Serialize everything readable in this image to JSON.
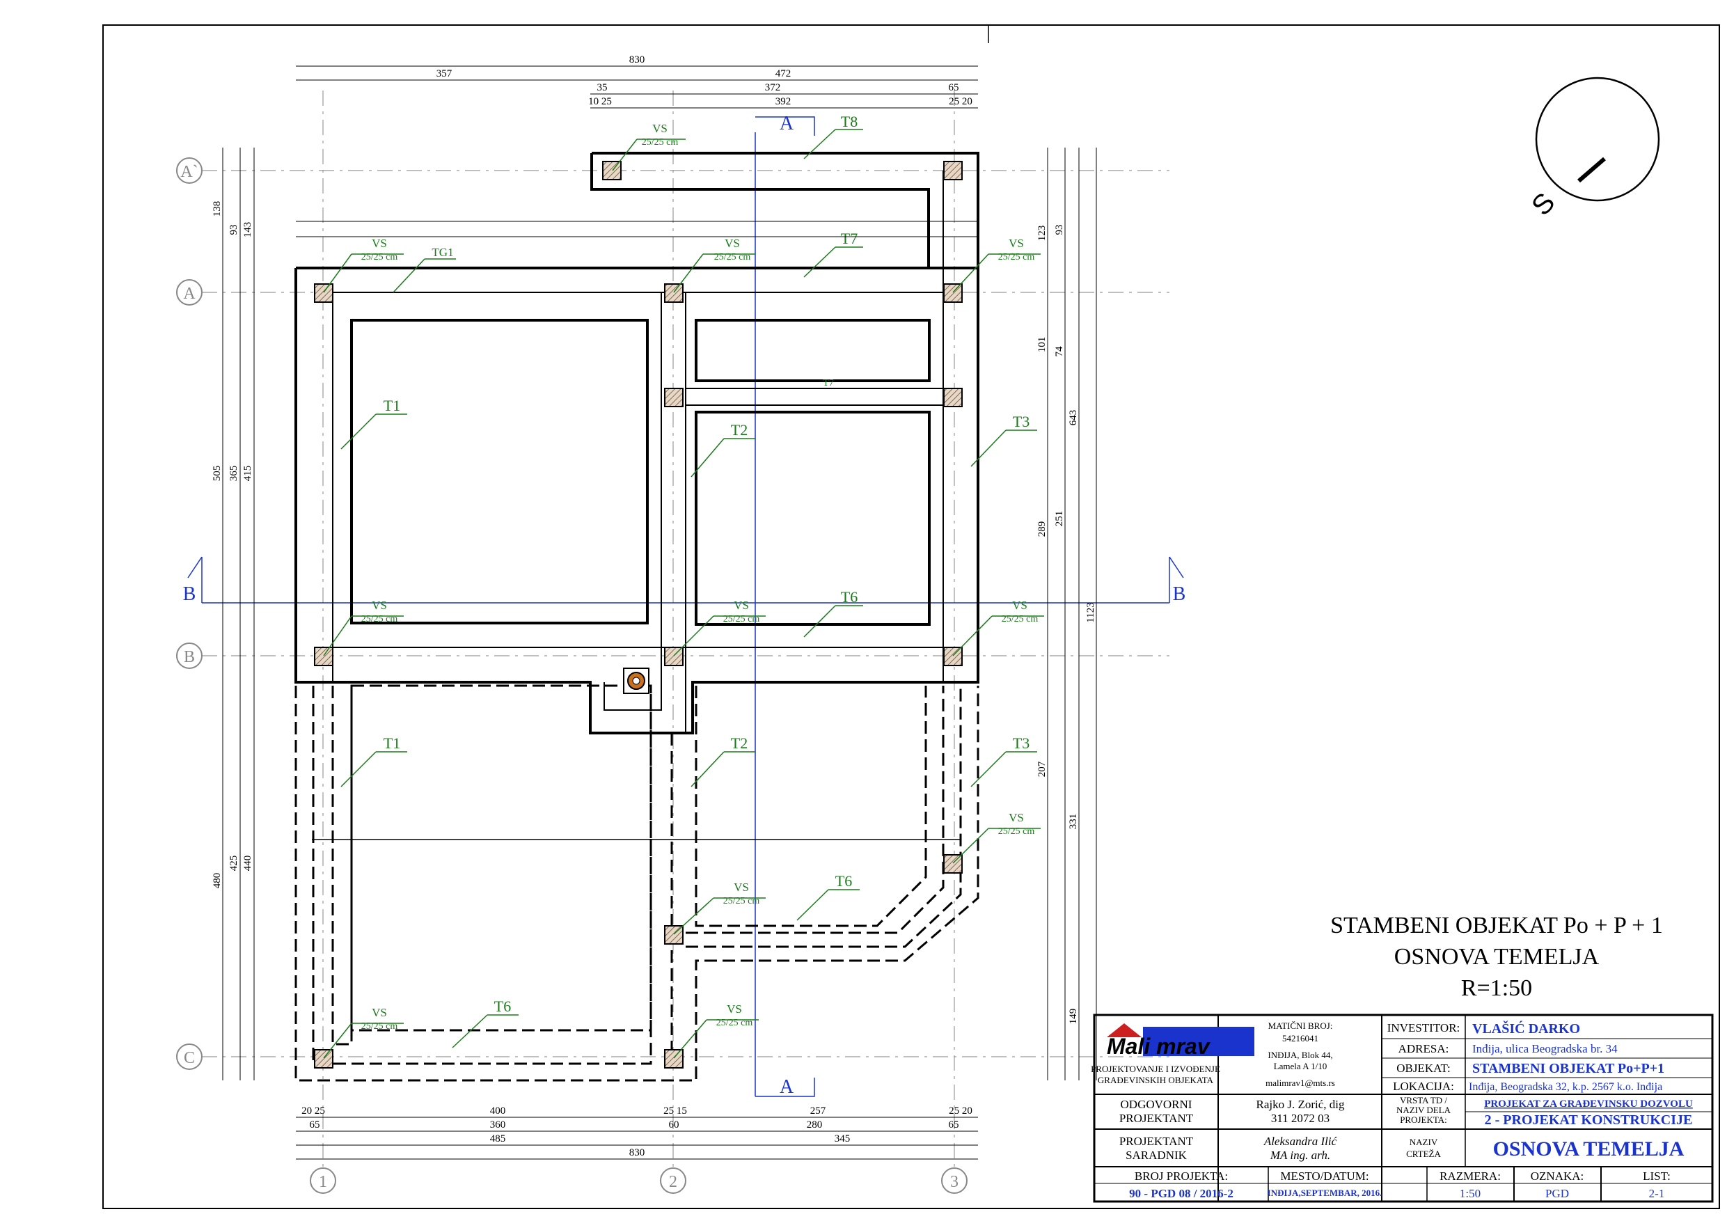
{
  "drawing": {
    "title_lines": [
      "STAMBENI OBJEKAT Po + P + 1",
      "OSNOVA TEMELJA",
      "R=1:50"
    ],
    "compass_label": "S",
    "section_labels": {
      "a": "A",
      "b": "B"
    },
    "axes_letters": [
      "A`",
      "A",
      "B",
      "C"
    ],
    "axes_numbers": [
      "1",
      "2",
      "3"
    ],
    "foundation_labels": [
      "T8",
      "T7",
      "TG1",
      "T1",
      "T2",
      "T3",
      "T6",
      "T7",
      "T1",
      "T2",
      "T3",
      "T6",
      "T6"
    ],
    "column_label": "VS",
    "column_size": "25/25 cm",
    "top_dims": [
      "830",
      "357",
      "472",
      "35",
      "372",
      "65",
      "10 25",
      "392",
      "25 20"
    ],
    "bottom_dims": [
      "20 25",
      "400",
      "25 15",
      "257",
      "25 20",
      "65",
      "360",
      "60",
      "280",
      "65",
      "485",
      "345",
      "830"
    ],
    "left_dims": [
      "138",
      "505",
      "480",
      "93",
      "143",
      "365",
      "415",
      "425",
      "440"
    ],
    "right_dims": [
      "1123",
      "643",
      "331",
      "149",
      "251",
      "289",
      "207",
      "123",
      "93",
      "101",
      "74"
    ]
  },
  "title_block": {
    "logo_text": "Mali mrav",
    "logo_sub": [
      "PROJEKTOVANJE I IZVOĐENJE",
      "GRAĐEVINSKIH OBJEKATA"
    ],
    "maticni_label": "MATIČNI BROJ:",
    "maticni": "54216041",
    "address_small": [
      "INĐIJA, Blok 44,",
      "Lamela A 1/10"
    ],
    "email": "malimrav1@mts.rs",
    "rows": [
      {
        "label": "INVESTITOR:",
        "value": "VLAŠIĆ DARKO"
      },
      {
        "label": "ADRESA:",
        "value": "Inđija, ulica Beogradska br. 34"
      },
      {
        "label": "OBJEKAT:",
        "value": "STAMBENI OBJEKAT Po+P+1"
      },
      {
        "label": "LOKACIJA:",
        "value": "Inđija, Beogradska 32, k.p. 2567 k.o. Inđija"
      }
    ],
    "vrsta_label": [
      "VRSTA TD /",
      "NAZIV DELA",
      "PROJEKTA:"
    ],
    "vrsta_values": [
      "PROJEKAT ZA GRAĐEVINSKU DOZVOLU",
      "2 - PROJEKAT  KONSTRUKCIJE"
    ],
    "odgovorni_label": [
      "ODGOVORNI",
      "PROJEKTANT"
    ],
    "odgovorni_value": [
      "Rajko J. Zorić, dig",
      "311 2072 03"
    ],
    "saradnik_label": [
      "PROJEKTANT",
      "SARADNIK"
    ],
    "saradnik_value": [
      "Aleksandra Ilić",
      "MA ing. arh."
    ],
    "naziv_label": [
      "NAZIV",
      "CRTEŽA"
    ],
    "naziv_value": "OSNOVA  TEMELJA",
    "broj_label": "BROJ PROJEKTA:",
    "broj_value": "90 - PGD 08 / 2016-2",
    "mesto_label": "MESTO/DATUM:",
    "mesto_value": "INĐIJA,SEPTEMBAR, 2016.",
    "razmera_label": "RAZMERA:",
    "razmera_value": "1:50",
    "oznaka_label": "OZNAKA:",
    "oznaka_value": "PGD",
    "list_label": "LIST:",
    "list_value": "2-1"
  },
  "colors": {
    "line": "#000000",
    "green": "#1a7a1a",
    "blue": "#1a33cc",
    "grey": "#888888",
    "hatch": "#c8a88a"
  }
}
